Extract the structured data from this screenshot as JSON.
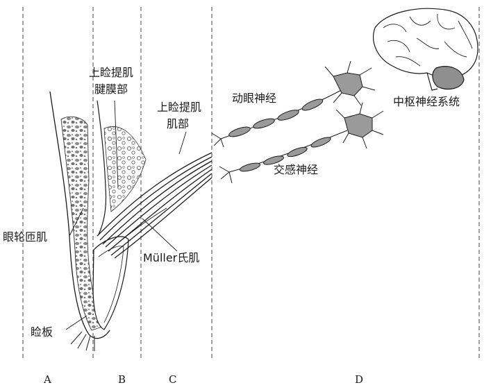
{
  "labels": {
    "orbicularis": "眼轮匝肌",
    "tarsus": "睑板",
    "levator_aponeurosis_line1": "上睑提肌",
    "levator_aponeurosis_line2": "腱膜部",
    "levator_muscle_line1": "上睑提肌",
    "levator_muscle_line2": "肌部",
    "muller": "Müller氏肌",
    "oculomotor": "动眼神经",
    "sympathetic": "交感神经",
    "cns": "中枢神经系统"
  },
  "columns": [
    "A",
    "B",
    "C",
    "D"
  ],
  "colors": {
    "ink": "#1a1a1a",
    "neuron_fill": "#9a9a9a",
    "muscle_fill": "#8f8f8f"
  }
}
